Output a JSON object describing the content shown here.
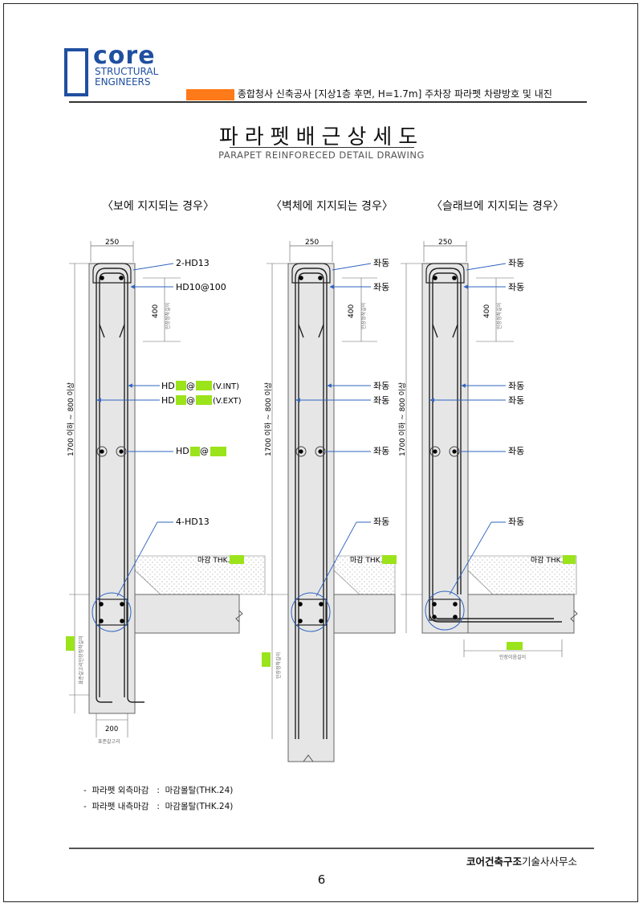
{
  "logo": {
    "line1": "core",
    "line2": "STRUCTURAL",
    "line3": "ENGINEERS"
  },
  "project_title": "종합청사 신축공사 [지상1층 후면, H=1.7m] 주차장 파라펫 차량방호 및 내진",
  "title": "파라펫배근상세도",
  "subtitle": "PARAPET REINFORECED DETAIL DRAWING",
  "cases": [
    {
      "label": "〈보에 지지되는 경우〉"
    },
    {
      "label": "〈벽체에 지지되는 경우〉"
    },
    {
      "label": "〈슬래브에 지지되는 경우〉"
    }
  ],
  "detail1": {
    "width_dim": "250",
    "top_dim": "400",
    "top_dim_note": "인장정착길이",
    "height_dim": "1700 이하 ~ 800 이상",
    "bottom_dim": "200",
    "bottom_note": "표준갈고리",
    "left_note": "표준갈고리인장정착길이",
    "callouts": [
      "2-HD13",
      "HD10@100",
      "HD",
      "@",
      "(V.INT)",
      "HD",
      "@",
      "(V.EXT)",
      "HD",
      "@",
      "4-HD13"
    ],
    "finish": "마감 THK."
  },
  "detail2": {
    "width_dim": "250",
    "top_dim": "400",
    "top_dim_note": "인장정착길이",
    "height_dim": "1700 이하 ~ 800 이상",
    "left_note": "인장정착길이",
    "same": "좌동",
    "finish": "마감 THK."
  },
  "detail3": {
    "width_dim": "250",
    "top_dim": "400",
    "top_dim_note": "인장정착길이",
    "height_dim": "1700 이하 ~ 800 이상",
    "bottom_note": "인장이음길이",
    "same": "좌동",
    "finish": "마감 THK."
  },
  "notes": [
    "-  파라펫 외측마감   :  마감몰탈(THK.24)",
    "-  파라펫 내측마감   :  마감몰탈(THK.24)"
  ],
  "company_bold": "코어건축구조",
  "company_rest": "기술사사무소",
  "page_number": "6",
  "colors": {
    "accent": "#1f4fa0",
    "highlight_green": "#9be31a",
    "highlight_orange": "#ff7a18",
    "leader": "#2f64c0"
  }
}
